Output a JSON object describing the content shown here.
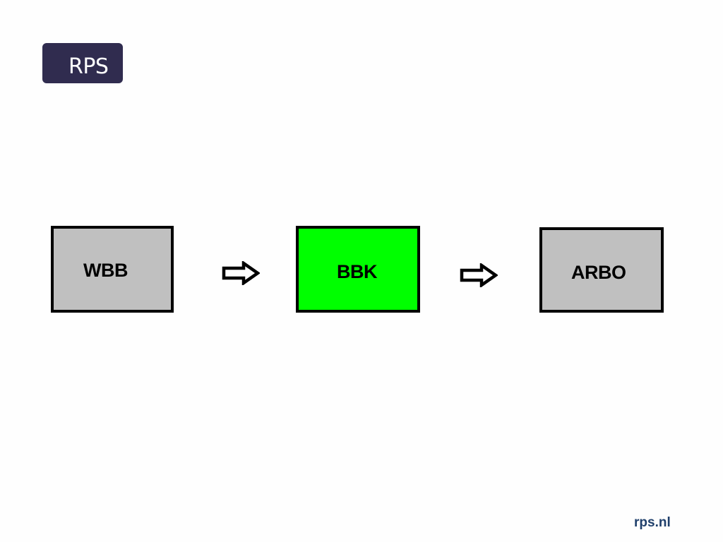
{
  "logo": {
    "text": "RPS",
    "background": "#302c4f"
  },
  "diagram": {
    "boxes": [
      {
        "label": "WBB",
        "fill": "#c0c0c0"
      },
      {
        "label": "BBK",
        "fill": "#00ff00"
      },
      {
        "label": "ARBO",
        "fill": "#c0c0c0"
      }
    ],
    "arrow_icon": "right-arrow-outline-icon"
  },
  "footer": {
    "url": "rps.nl",
    "color": "#1f3f6b"
  }
}
